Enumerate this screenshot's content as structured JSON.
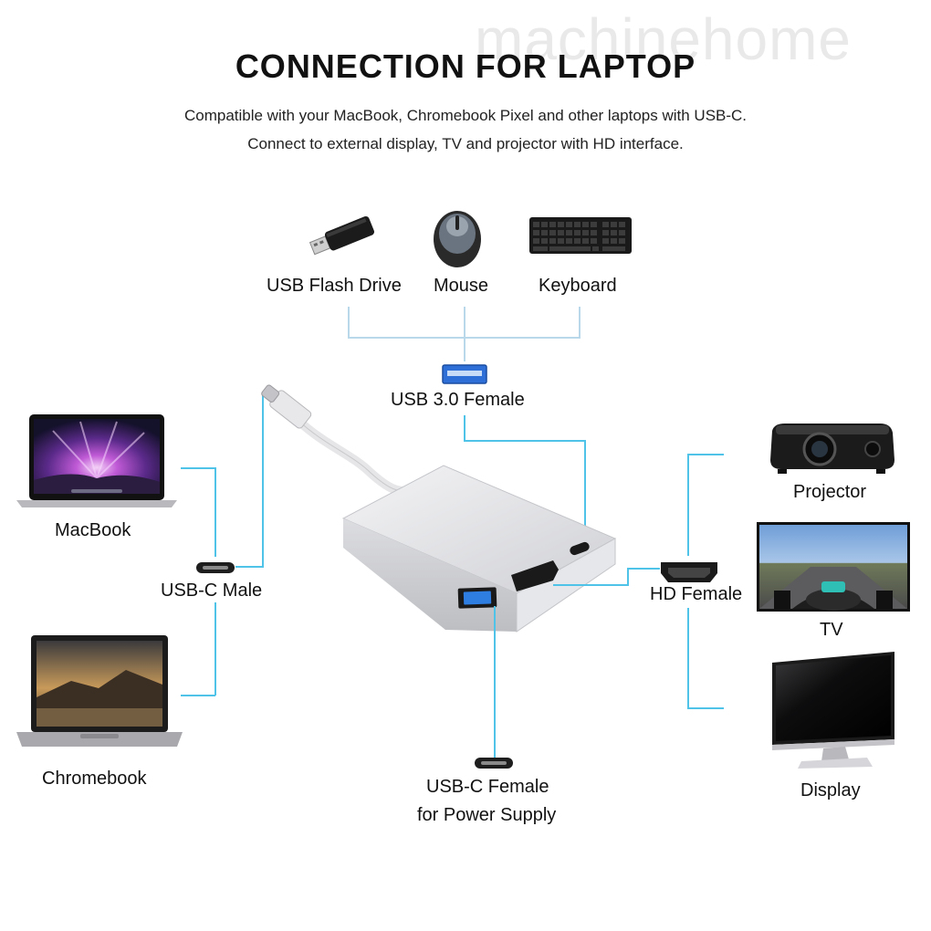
{
  "watermark": "machinehome",
  "header": {
    "title": "CONNECTION FOR LAPTOP",
    "line1": "Compatible with your MacBook, Chromebook Pixel and other laptops with USB-C.",
    "line2": "Connect to external display, TV and projector with HD interface."
  },
  "top_devices": {
    "flash_drive": "USB Flash Drive",
    "mouse": "Mouse",
    "keyboard": "Keyboard"
  },
  "ports": {
    "usb3": "USB 3.0 Female",
    "usbc_male": "USB-C Male",
    "hd_female": "HD Female",
    "usbc_female_line1": "USB-C Female",
    "usbc_female_line2": "for Power Supply"
  },
  "left_devices": {
    "macbook": "MacBook",
    "chromebook": "Chromebook"
  },
  "right_devices": {
    "projector": "Projector",
    "tv": "TV",
    "display": "Display"
  },
  "colors": {
    "connector_line": "#4fc3e8",
    "adapter_body": "#e4e4e6"
  }
}
